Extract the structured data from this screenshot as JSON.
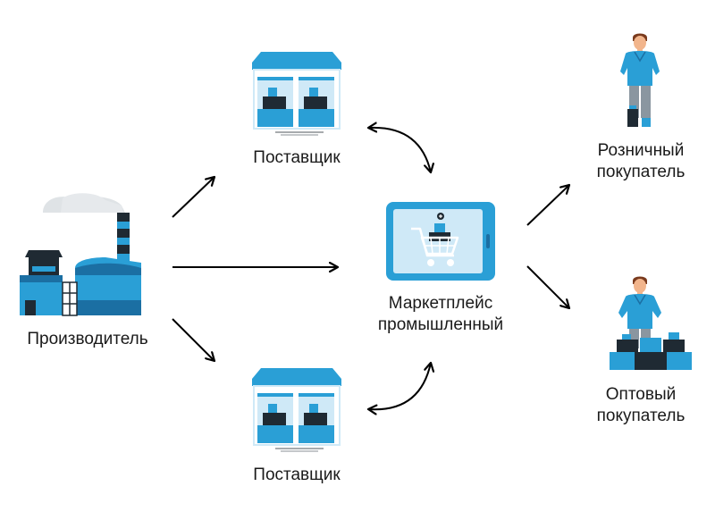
{
  "nodes": {
    "producer": {
      "label": "Производитель"
    },
    "supplier_top": {
      "label": "Поставщик"
    },
    "supplier_bottom": {
      "label": "Поставщик"
    },
    "marketplace": {
      "label_line1": "Маркетплейс",
      "label_line2": "промышленный"
    },
    "retail_buyer": {
      "label_line1": "Розничный",
      "label_line2": "покупатель"
    },
    "wholesale_buyer": {
      "label_line1": "Оптовый",
      "label_line2": "покупатель"
    }
  },
  "icons": {
    "producer": "factory-icon",
    "supplier_top": "warehouse-icon",
    "supplier_bottom": "warehouse-icon",
    "marketplace": "tablet-cart-icon",
    "retail_buyer": "person-icon",
    "wholesale_buyer": "person-with-boxes-icon"
  },
  "edges": [
    {
      "from": "producer",
      "to": "supplier_top",
      "direction": "one-way"
    },
    {
      "from": "producer",
      "to": "marketplace",
      "direction": "one-way"
    },
    {
      "from": "producer",
      "to": "supplier_bottom",
      "direction": "one-way"
    },
    {
      "from": "supplier_top",
      "to": "marketplace",
      "direction": "two-way"
    },
    {
      "from": "supplier_bottom",
      "to": "marketplace",
      "direction": "two-way"
    },
    {
      "from": "marketplace",
      "to": "retail_buyer",
      "direction": "one-way"
    },
    {
      "from": "marketplace",
      "to": "wholesale_buyer",
      "direction": "one-way"
    }
  ],
  "colors": {
    "primary_blue": "#2a9fd6",
    "dark_blue": "#1b6fa3",
    "light_blue": "#cfe9f7",
    "dark": "#1f2a33",
    "smoke": "#dfe3e6",
    "arrow": "#000000"
  }
}
